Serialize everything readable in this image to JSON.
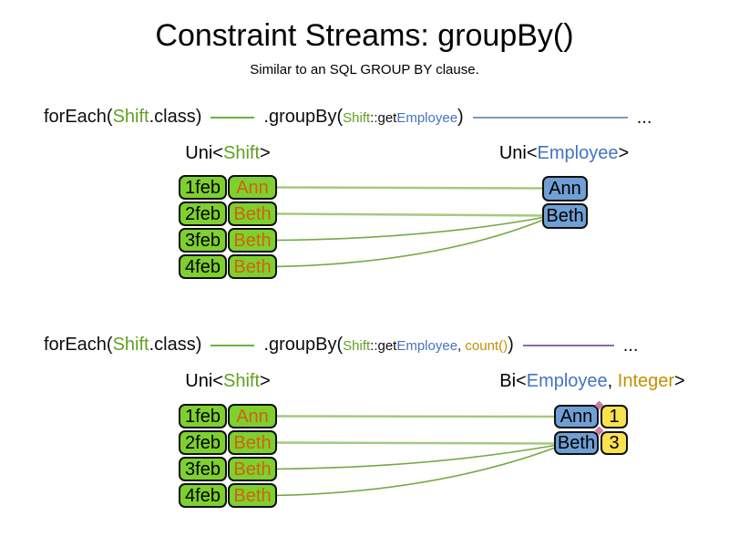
{
  "title": "Constraint Streams: groupBy()",
  "subtitle": "Similar to an SQL GROUP BY clause.",
  "colors": {
    "code_green": "#5FA221",
    "code_blue": "#4472C4",
    "code_gold": "#C49000",
    "employee_orange": "#D2610E",
    "box_green": "#7ED02F",
    "box_blue": "#6F9FD4",
    "box_yellow": "#FAE14E",
    "line_green_light": "#A5C97E",
    "line_green_dark": "#74A944",
    "line_green_code": "#6CB33F",
    "line_blue": "#7C99C4",
    "line_purple": "#8C6BAD",
    "junction_pink": "#C97BA0"
  },
  "section1": {
    "code": {
      "foreach_open": "forEach(",
      "foreach_arg": "Shift",
      "foreach_close": ".class)",
      "groupby_open": ".groupBy(",
      "key_class": "Shift",
      "key_accessor": "::get",
      "key_type": "Employee",
      "groupby_close": ")",
      "ellipsis": "..."
    },
    "source_label": {
      "open": "Uni<",
      "type": "Shift",
      "close": ">"
    },
    "result_label": {
      "open": "Uni<",
      "type": "Employee",
      "close": ">"
    },
    "shifts": [
      {
        "date": "1feb",
        "employee": "Ann"
      },
      {
        "date": "2feb",
        "employee": "Beth"
      },
      {
        "date": "3feb",
        "employee": "Beth"
      },
      {
        "date": "4feb",
        "employee": "Beth"
      }
    ],
    "groups": [
      {
        "employee": "Ann"
      },
      {
        "employee": "Beth"
      }
    ]
  },
  "section2": {
    "code": {
      "foreach_open": "forEach(",
      "foreach_arg": "Shift",
      "foreach_close": ".class)",
      "groupby_open": ".groupBy(",
      "key_class": "Shift",
      "key_accessor": "::get",
      "key_type": "Employee",
      "separator": ", ",
      "collector": "count()",
      "groupby_close": ")",
      "ellipsis": "..."
    },
    "source_label": {
      "open": "Uni<",
      "type": "Shift",
      "close": ">"
    },
    "result_label": {
      "open": "Bi<",
      "type1": "Employee",
      "separator": ", ",
      "type2": "Integer",
      "close": ">"
    },
    "shifts": [
      {
        "date": "1feb",
        "employee": "Ann"
      },
      {
        "date": "2feb",
        "employee": "Beth"
      },
      {
        "date": "3feb",
        "employee": "Beth"
      },
      {
        "date": "4feb",
        "employee": "Beth"
      }
    ],
    "groups": [
      {
        "employee": "Ann",
        "count": "1"
      },
      {
        "employee": "Beth",
        "count": "3"
      }
    ]
  }
}
